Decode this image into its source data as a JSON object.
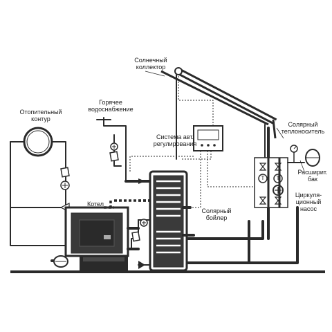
{
  "labels": {
    "solar_collector": "Солнечный\nколлектор",
    "hot_water": "Горячее\nводоснабжение",
    "heating_circuit": "Отопительный\nконтур",
    "control_system": "Система авт.\nрегулирования",
    "solar_fluid": "Солярный\nтеплоноситель",
    "expansion_tank": "Расширит.\nбак",
    "boiler_kotel": "Котел",
    "solar_boiler": "Солярный\nбойлер",
    "circulation_pump": "Циркуля-\nционный\nнасос",
    "thermometer_mark_1": "T",
    "thermometer_mark_2": "T"
  },
  "colors": {
    "line": "#2a2a2a",
    "dark_fill": "#3a3a3a",
    "background": "#ffffff"
  }
}
